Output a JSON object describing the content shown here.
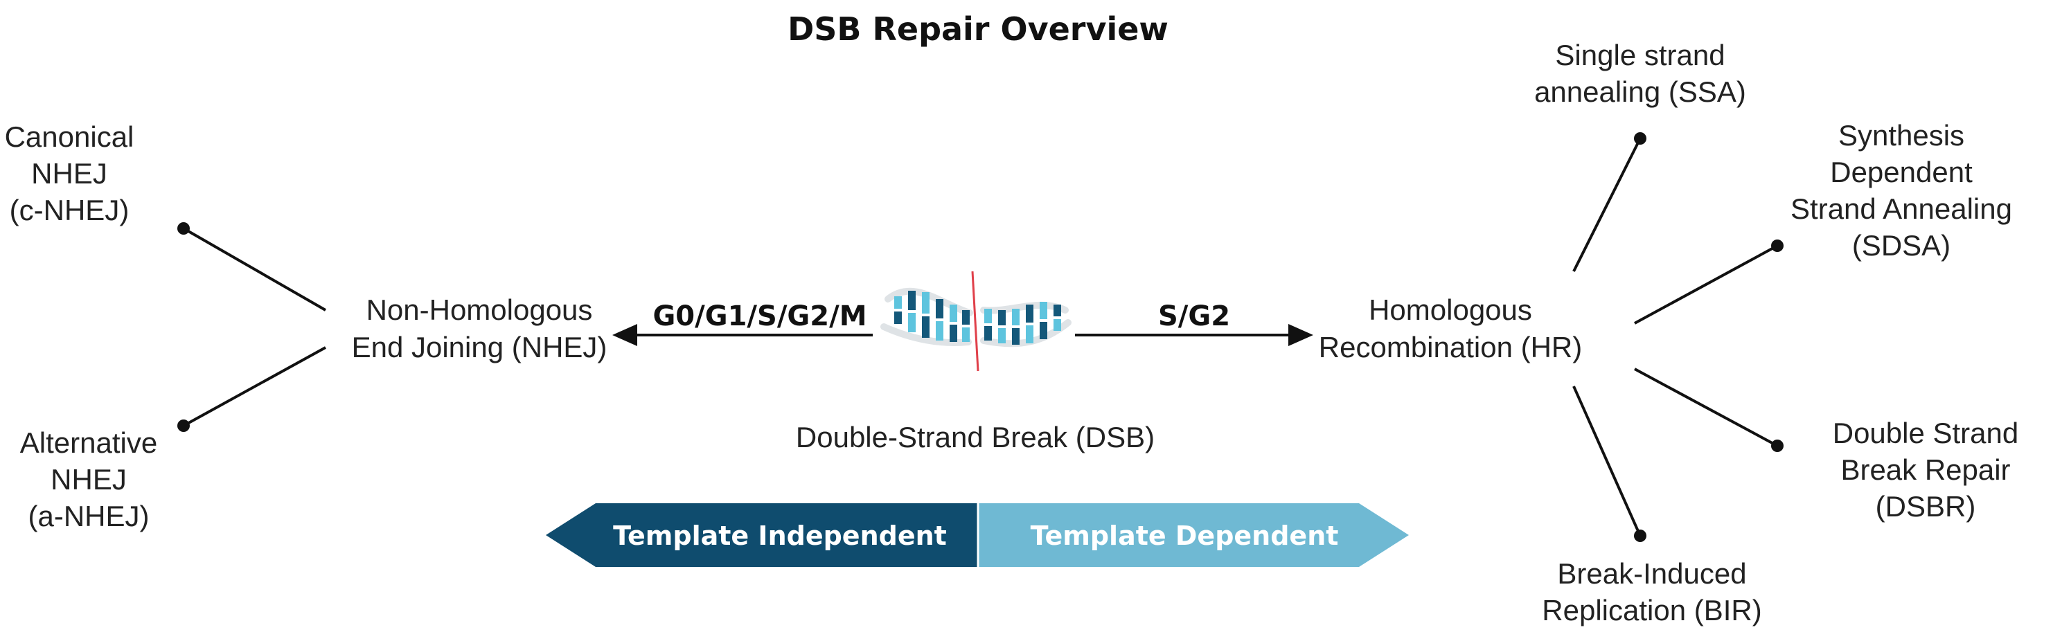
{
  "title": "DSB Repair Overview",
  "center_label": "Double-Strand Break (DSB)",
  "phases": {
    "left": "G0/G1/S/G2/M",
    "right": "S/G2"
  },
  "nhej": {
    "label_lines": [
      "Non-Homologous",
      "End Joining (NHEJ)"
    ],
    "subpathways": [
      {
        "lines": [
          "Canonical",
          "NHEJ",
          "(c-NHEJ)"
        ]
      },
      {
        "lines": [
          "Alternative",
          "NHEJ",
          "(a-NHEJ)"
        ]
      }
    ]
  },
  "hr": {
    "label_lines": [
      "Homologous",
      "Recombination (HR)"
    ],
    "subpathways": [
      {
        "lines": [
          "Single strand",
          "annealing (SSA)"
        ]
      },
      {
        "lines": [
          "Synthesis",
          "Dependent",
          "Strand Annealing",
          "(SDSA)"
        ]
      },
      {
        "lines": [
          "Double Strand",
          "Break Repair",
          "(DSBR)"
        ]
      },
      {
        "lines": [
          "Break-Induced",
          "Replication (BIR)"
        ]
      }
    ]
  },
  "template_arrow": {
    "left": "Template Independent",
    "right": "Template Dependent"
  },
  "colors": {
    "dark_blue": "#0f4c6e",
    "light_blue": "#6fb9d3",
    "break_line": "#e0404a",
    "dna_dark": "#14587a",
    "dna_light": "#5ec4de",
    "dna_backbone": "#dfe3e6"
  }
}
